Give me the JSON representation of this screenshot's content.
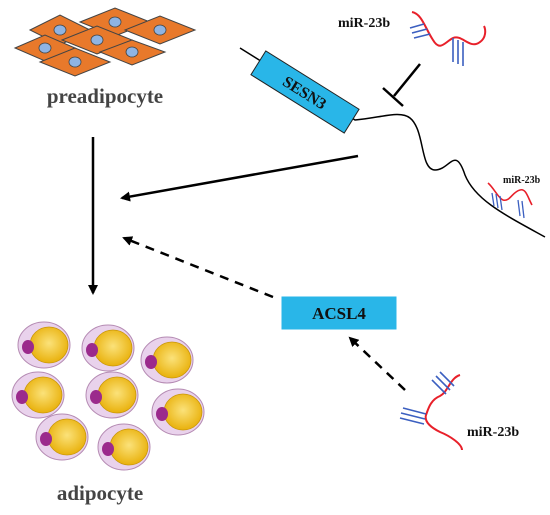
{
  "labels": {
    "preadipocyte": "preadipocyte",
    "adipocyte": "adipocyte",
    "sesn3": "SESN3",
    "acsl4": "ACSL4",
    "mir_top": "miR-23b",
    "mir_mrna": "miR-23b",
    "mir_bottom": "miR-23b"
  },
  "colors": {
    "preadipocyte_cell": "#e8792b",
    "preadipocyte_nucleus": "#8fb4e3",
    "gene_box": "#29b6e8",
    "mirna_strand": "#e8202a",
    "mirna_seed": "#3b5fc0",
    "adipocyte_membrane": "#d9a8d6",
    "adipocyte_lipid": "#f5c518",
    "adipocyte_nucleus": "#9b2a8c"
  }
}
